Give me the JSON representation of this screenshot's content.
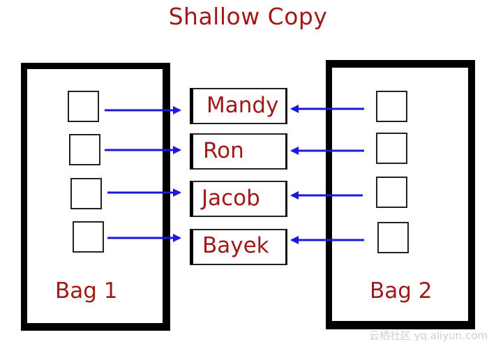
{
  "title": "Shallow Copy",
  "bag1": {
    "label": "Bag 1"
  },
  "bag2": {
    "label": "Bag 2"
  },
  "names": [
    "Mandy",
    "Ron",
    "Jacob",
    "Bayek"
  ],
  "watermark": "云栖社区 yq.aliyun.com",
  "colors": {
    "label": "#a01818",
    "arrow": "#1a1adc",
    "border": "#000000"
  }
}
